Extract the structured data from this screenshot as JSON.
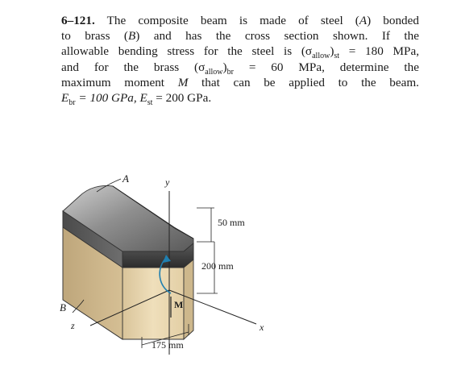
{
  "problem": {
    "number": "6–121.",
    "lines": [
      [
        "The composite beam is made of steel (",
        "A",
        ") bonded"
      ],
      [
        "to brass (",
        "B",
        ") and has the cross section shown. If the"
      ],
      [
        "allowable bending stress for the steel is (σ",
        "allow",
        ")",
        "st",
        " = 180 MPa,"
      ],
      [
        "and for the brass (σ",
        "allow",
        ")",
        "br",
        " = 60 MPa, determine the"
      ],
      [
        "maximum moment ",
        "M",
        " that can be applied to the beam."
      ],
      [
        "E",
        "br",
        " = 100 GPa, E",
        "st",
        " = 200 GPa."
      ]
    ]
  },
  "figure": {
    "label_A": "A",
    "label_B": "B",
    "label_y": "y",
    "label_z": "z",
    "label_x": "x",
    "label_M": "M",
    "dim_top": "50 mm",
    "dim_side": "200 mm",
    "dim_bottom": "175 mm",
    "colors": {
      "steel_top": "#8a8a8a",
      "steel_front": "#3f3f3f",
      "brass_front": "#e8d6ad",
      "brass_side": "#c9b386"
    }
  }
}
